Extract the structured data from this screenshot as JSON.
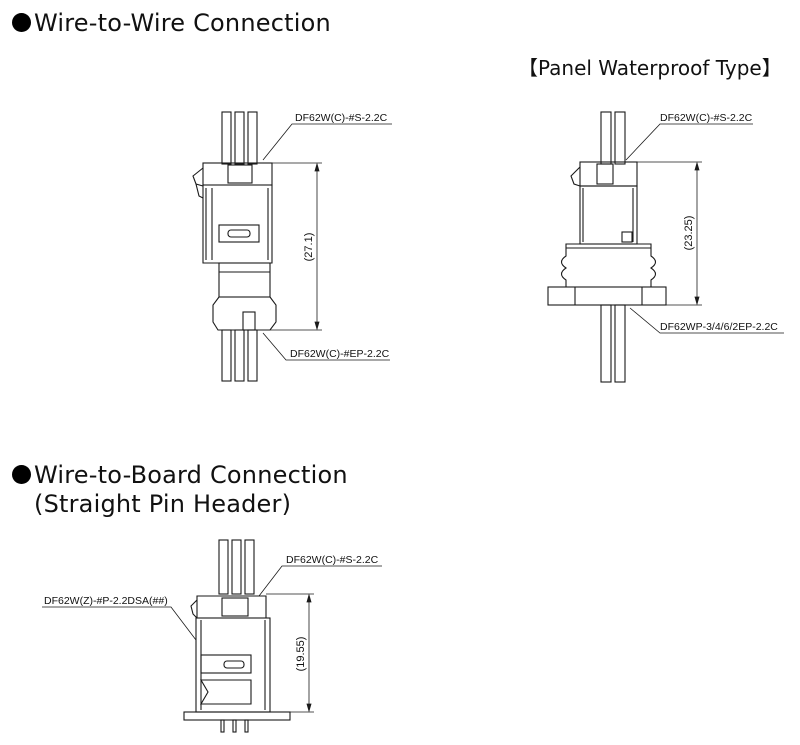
{
  "sections": [
    {
      "bullet": "●",
      "title": "Wire-to-Wire Connection"
    },
    {
      "bullet": "●",
      "title": "Wire-to-Board Connection",
      "subtitle": "(Straight Pin Header)"
    }
  ],
  "panel_type_label": "【Panel Waterproof Type】",
  "drawings": {
    "w2w": {
      "socket_label": "DF62W(C)-#S-2.2C",
      "plug_label": "DF62W(C)-#EP-2.2C",
      "dimension": "(27.1)"
    },
    "panel": {
      "socket_label": "DF62W(C)-#S-2.2C",
      "plug_label": "DF62WP-3/4/6/2EP-2.2C",
      "dimension": "(23.25)"
    },
    "w2b": {
      "socket_label": "DF62W(C)-#S-2.2C",
      "header_label": "DF62W(Z)-#P-2.2DSA(##)",
      "dimension": "(19.55)"
    }
  }
}
